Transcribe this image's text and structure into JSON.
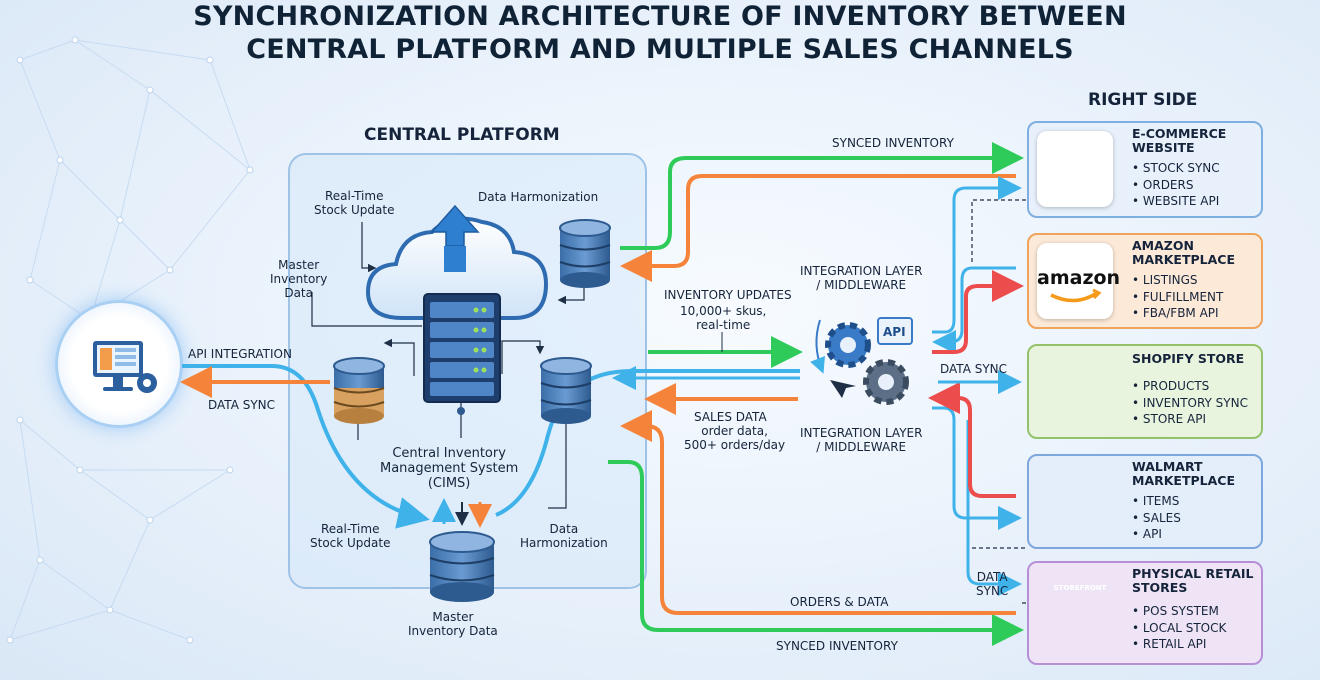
{
  "title_line1": "SYNCHRONIZATION ARCHITECTURE OF INVENTORY BETWEEN",
  "title_line2": "CENTRAL PLATFORM AND MULTIPLE SALES CHANNELS",
  "right_side_label": "RIGHT SIDE",
  "central_platform_label": "CENTRAL PLATFORM",
  "labels": {
    "realtime_top": "Real-Time\nStock Update",
    "harmonization_top": "Data Harmonization",
    "master_left": "Master\nInventory\nData",
    "cims": "Central Inventory\nManagement System\n(CIMS)",
    "realtime_bottom": "Real-Time\nStock Update",
    "harmonization_bottom": "Data\nHarmonization",
    "master_bottom": "Master\nInventory Data",
    "api_integration": "API INTEGRATION",
    "data_sync_left": "DATA SYNC",
    "synced_inventory_top": "SYNCED INVENTORY",
    "integration_top": "INTEGRATION LAYER\n/ MIDDLEWARE",
    "inventory_updates": "INVENTORY UPDATES",
    "inventory_updates_sub": "10,000+ skus,\nreal-time",
    "sales_data": "SALES DATA",
    "sales_data_sub": "order data,\n500+ orders/day",
    "integration_bottom": "INTEGRATION LAYER\n/ MIDDLEWARE",
    "api_badge": "API",
    "data_sync_mid": "DATA SYNC",
    "data_sync_right": "DATA\nSYNC",
    "orders_data": "ORDERS & DATA",
    "synced_inventory_bottom": "SYNCED INVENTORY"
  },
  "channels": [
    {
      "title": "E-COMMERCE\nWEBSITE",
      "items": [
        "STOCK SYNC",
        "ORDERS",
        "WEBSITE API"
      ],
      "icon": "shopping-cart-icon"
    },
    {
      "title": "AMAZON\nMARKETPLACE",
      "items": [
        "LISTINGS",
        "FULFILLMENT",
        "FBA/FBM API"
      ],
      "icon": "amazon-logo-icon",
      "logo_text": "amazon"
    },
    {
      "title": "SHOPIFY STORE",
      "items": [
        "PRODUCTS",
        "INVENTORY SYNC",
        "STORE API"
      ],
      "icon": "shopify-bag-icon"
    },
    {
      "title": "WALMART\nMARKETPLACE",
      "items": [
        "ITEMS",
        "SALES",
        "API"
      ],
      "icon": "walmart-spark-icon"
    },
    {
      "title": "PHYSICAL RETAIL\nSTORES",
      "items": [
        "POS SYSTEM",
        "LOCAL STOCK",
        "RETAIL API"
      ],
      "icon": "storefront-icon",
      "sign_text": "STOREFRONT"
    }
  ],
  "colors": {
    "green": "#2fcb5a",
    "orange": "#f5843a",
    "blue": "#3fb2ea",
    "red": "#ec4c4c"
  }
}
